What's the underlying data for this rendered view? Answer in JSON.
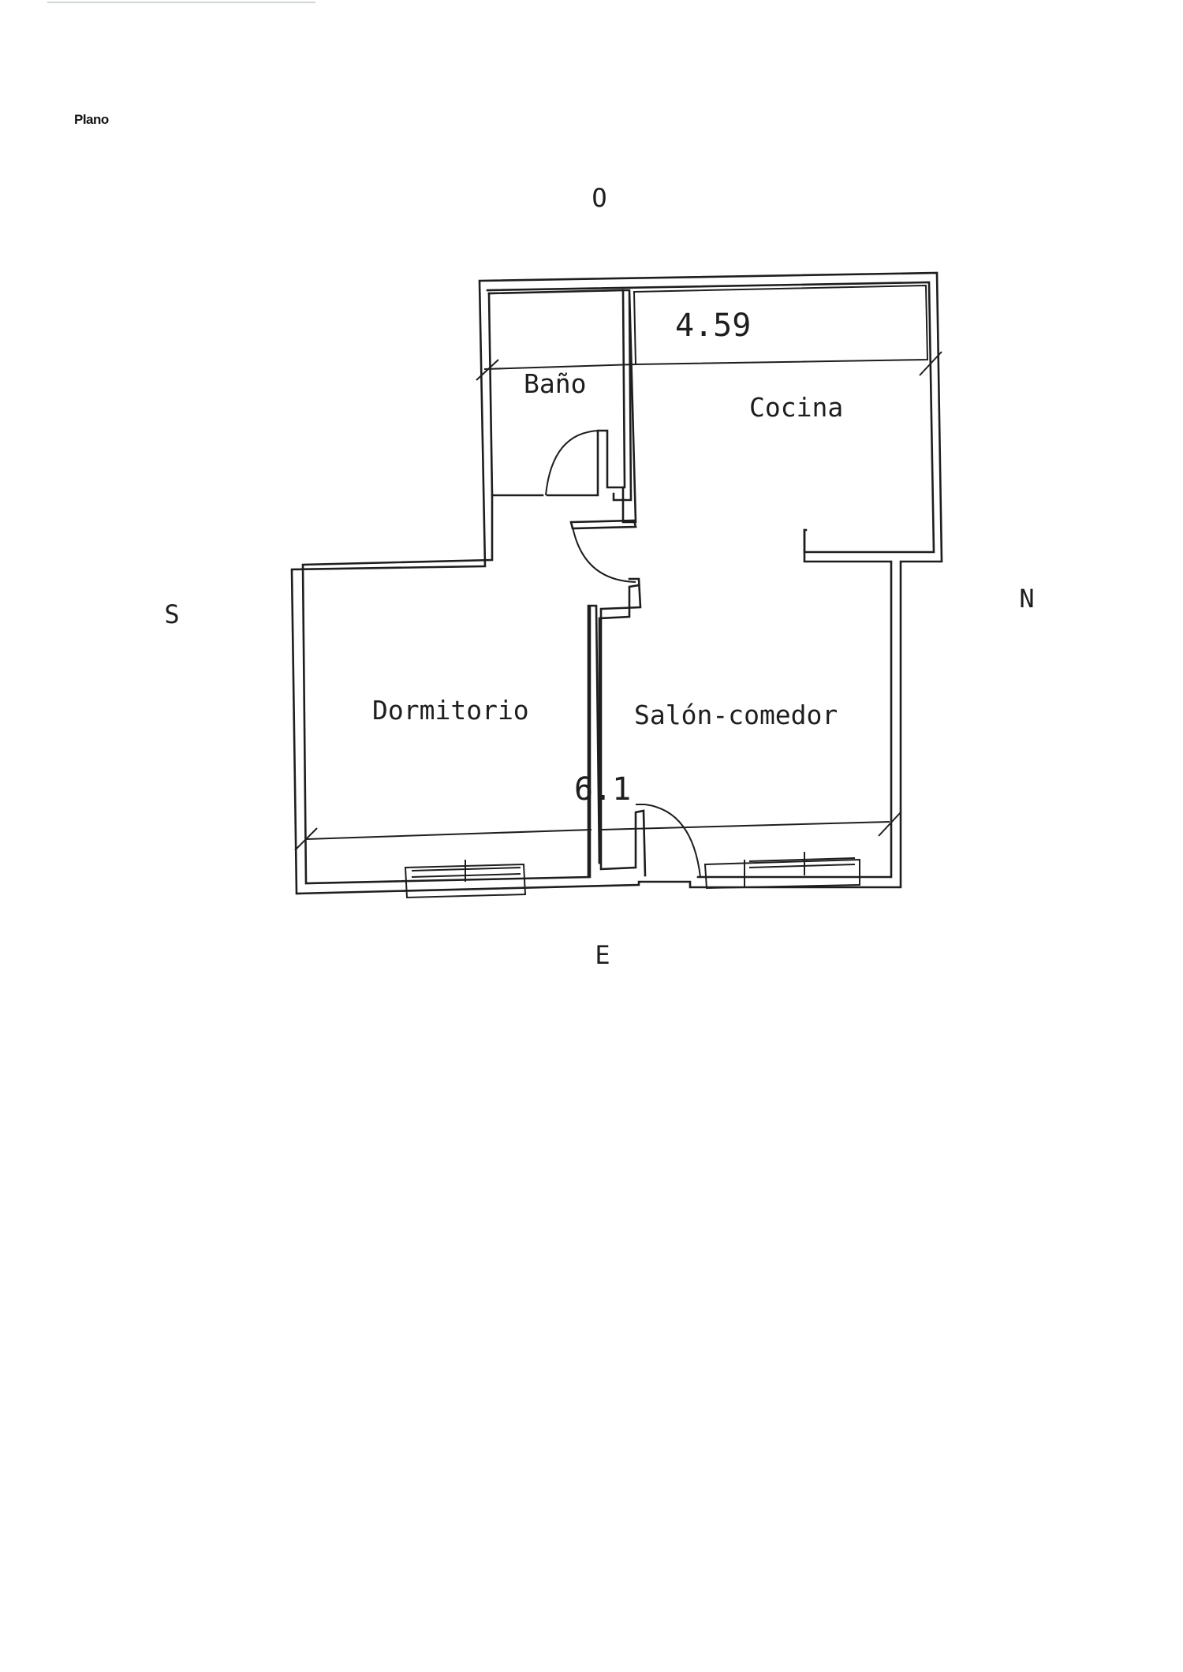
{
  "page_label": "Plano",
  "compass": {
    "north": "N",
    "south": "S",
    "east": "E",
    "west": "O"
  },
  "rooms": {
    "bathroom": "Baño",
    "kitchen": "Cocina",
    "bedroom": "Dormitorio",
    "living": "Salón-comedor"
  },
  "dimensions": {
    "width": "4.59",
    "length": "6.1"
  }
}
